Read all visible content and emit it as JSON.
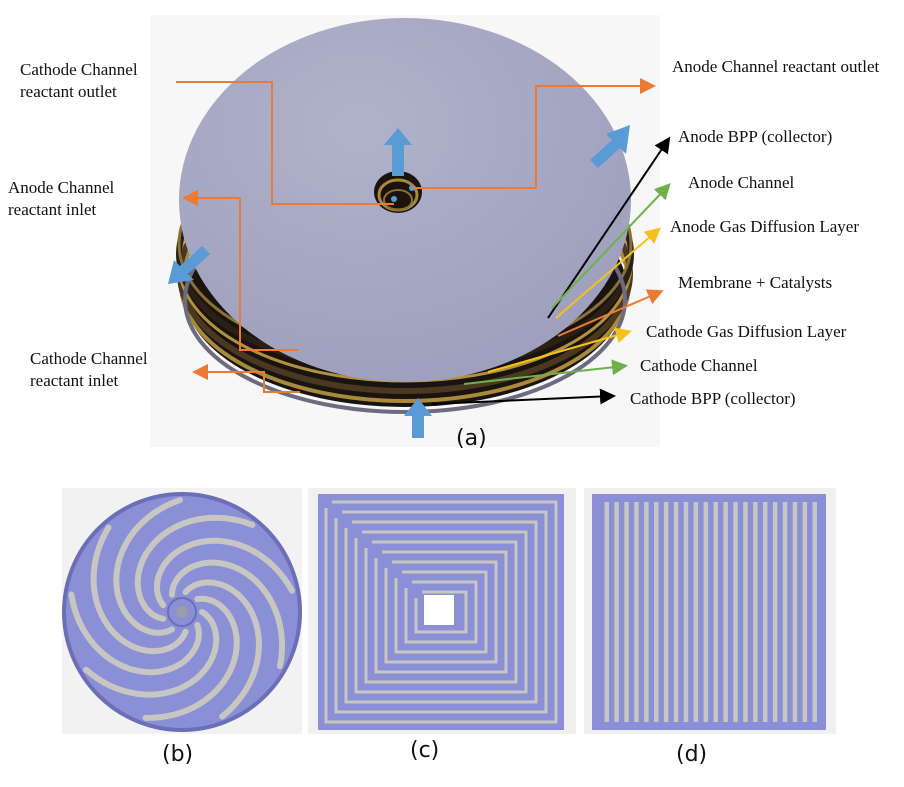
{
  "figure_a": {
    "caption": "(a)",
    "labels": {
      "cathode_outlet": "Cathode Channel reactant outlet",
      "anode_outlet": "Anode Channel reactant outlet",
      "anode_bpp": "Anode BPP (collector)",
      "anode_channel": "Anode Channel",
      "anode_inlet": "Anode Channel reactant inlet",
      "anode_gdl": "Anode Gas Diffusion Layer",
      "membrane": "Membrane + Catalysts",
      "cathode_gdl": "Cathode Gas Diffusion Layer",
      "cathode_inlet": "Cathode Channel reactant inlet",
      "cathode_channel": "Cathode Channel",
      "cathode_bpp": "Cathode BPP (collector)"
    }
  },
  "figure_b": {
    "caption": "(b)"
  },
  "figure_c": {
    "caption": "(c)"
  },
  "figure_d": {
    "caption": "(d)"
  },
  "colors": {
    "disk_top": "#a7a9c4",
    "channel_fill": "#8a8fd6",
    "orange_leader": "#ec7a34",
    "green_leader": "#6fb04a",
    "yellow_leader": "#f5c21b",
    "black_leader": "#000000",
    "flow_arrow": "#5b9bd5"
  }
}
